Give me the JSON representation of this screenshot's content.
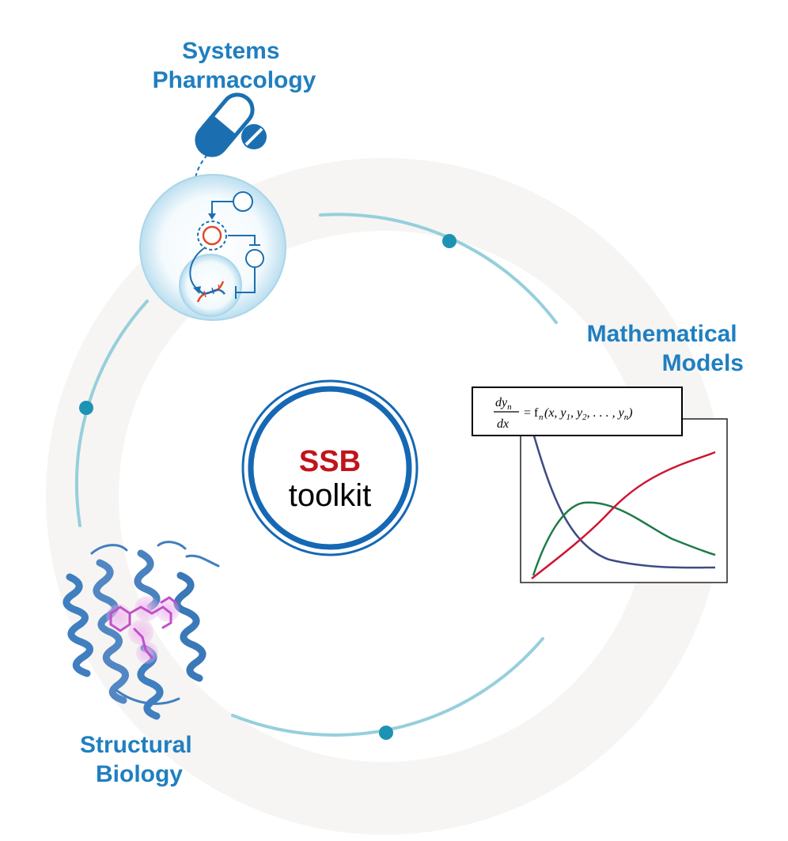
{
  "center": {
    "title": "SSB",
    "subtitle": "toolkit"
  },
  "nodes": {
    "systems_pharmacology": [
      "Systems",
      "Pharmacology"
    ],
    "mathematical_models": [
      "Mathematical",
      "Models"
    ],
    "structural_biology": [
      "Structural",
      "Biology"
    ]
  },
  "equation": {
    "lhs_num": "dy",
    "lhs_num_sub": "n",
    "lhs_den": "dx",
    "rhs": "= f",
    "rhs_sub": "n",
    "rhs_args": "(x, y",
    "args_tail": ", y",
    "args_tail2": ", . . . , y",
    "close": ")"
  },
  "colors": {
    "label_blue": "#1f7fc0",
    "ring_teal": "#96cfdc",
    "dot_teal": "#1d93b4",
    "center_blue": "#1568b4",
    "ssb_red": "#c0141c",
    "curve_red": "#d01432",
    "curve_green": "#1e7a4a",
    "curve_navy": "#3c4c84",
    "helix_blue": "#3f7fc0",
    "ligand_magenta": "#c050c8"
  }
}
